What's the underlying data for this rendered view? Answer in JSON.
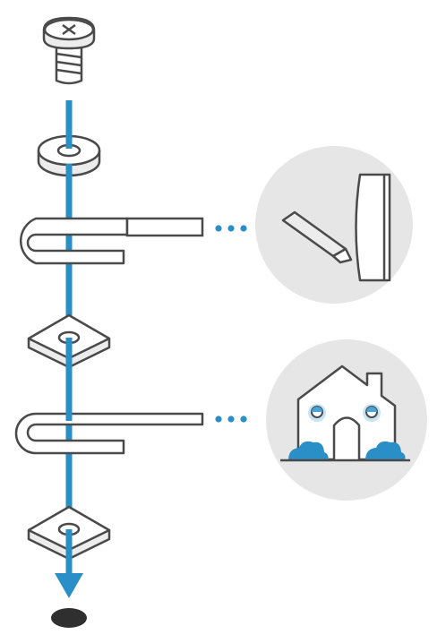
{
  "diagram": {
    "type": "assembly-diagram",
    "colors": {
      "outline": "#4a4a4a",
      "part_fill": "#ececec",
      "arrow": "#2a8fc7",
      "circle_bg": "#e6e6e6",
      "wire_fill": "#ffffff",
      "bush": "#2a8fc7",
      "eye": "#4aa3d8",
      "ground_dot": "#2f2f2f"
    },
    "parts": [
      {
        "id": "screw",
        "icon": "screw-icon"
      },
      {
        "id": "washer",
        "icon": "round-washer-icon"
      },
      {
        "id": "wire-1",
        "icon": "wire-clip-icon",
        "callout": "sensor-detail"
      },
      {
        "id": "square-washer-1",
        "icon": "square-washer-icon"
      },
      {
        "id": "wire-2",
        "icon": "wire-clip-icon",
        "callout": "house-detail"
      },
      {
        "id": "square-washer-2",
        "icon": "square-washer-icon"
      },
      {
        "id": "ground",
        "icon": "ground-hole-icon"
      }
    ],
    "callouts": [
      {
        "id": "sensor-detail",
        "icon": "sensor-probe-icon"
      },
      {
        "id": "house-detail",
        "icon": "house-icon"
      }
    ]
  }
}
